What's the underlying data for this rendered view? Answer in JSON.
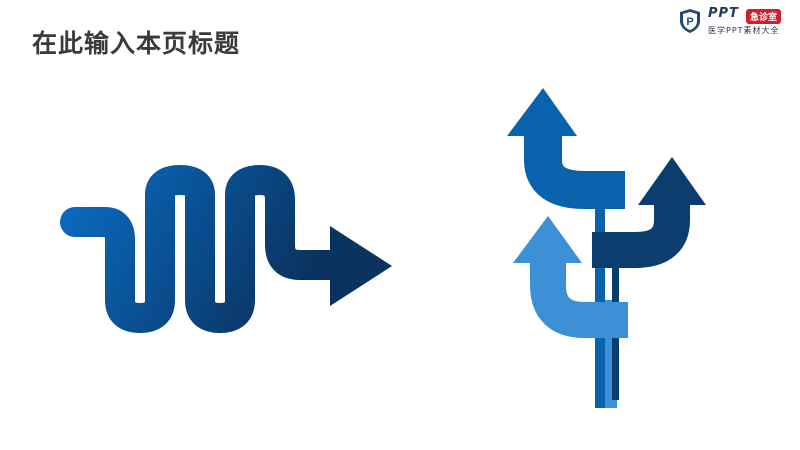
{
  "title": "在此输入本页标题",
  "logo": {
    "ppt": "PPT",
    "badge": "急诊室",
    "subtitle": "医学PPT素材大全",
    "shield_letter": "P"
  },
  "colors": {
    "dark": "#0b3d6e",
    "mid": "#0a62ad",
    "light": "#3d8fd6",
    "title": "#3a3a3a",
    "badge": "#d0202a"
  }
}
